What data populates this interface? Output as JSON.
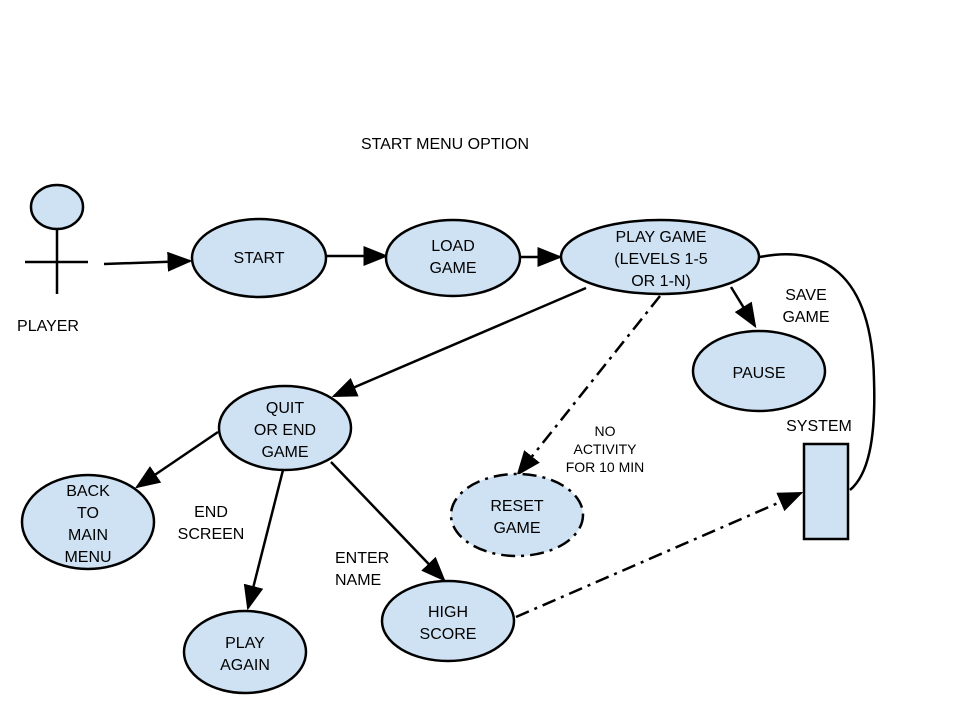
{
  "diagram": {
    "title": "START MENU OPTION",
    "actors": {
      "player": {
        "label": "PLAYER"
      },
      "system": {
        "label": "SYSTEM"
      }
    },
    "nodes": {
      "start": [
        "START"
      ],
      "load_game": [
        "LOAD",
        "GAME"
      ],
      "play_game": [
        "PLAY GAME",
        "(LEVELS 1-5",
        "OR 1-N)"
      ],
      "pause": [
        "PAUSE"
      ],
      "quit_or_end_game": [
        "QUIT",
        "OR END",
        "GAME"
      ],
      "back_to_main_menu": [
        "BACK",
        "TO",
        "MAIN",
        "MENU"
      ],
      "play_again": [
        "PLAY",
        "AGAIN"
      ],
      "high_score": [
        "HIGH",
        "SCORE"
      ],
      "reset_game": [
        "RESET",
        "GAME"
      ]
    },
    "edge_labels": {
      "save_game": [
        "SAVE",
        "GAME"
      ],
      "end_screen": [
        "END",
        "SCREEN"
      ],
      "enter_name": [
        "ENTER",
        "NAME"
      ],
      "no_activity": [
        "NO",
        "ACTIVITY",
        "FOR 10 MIN"
      ]
    },
    "colors": {
      "node_fill": "#cfe2f3",
      "stroke": "#000000"
    }
  }
}
